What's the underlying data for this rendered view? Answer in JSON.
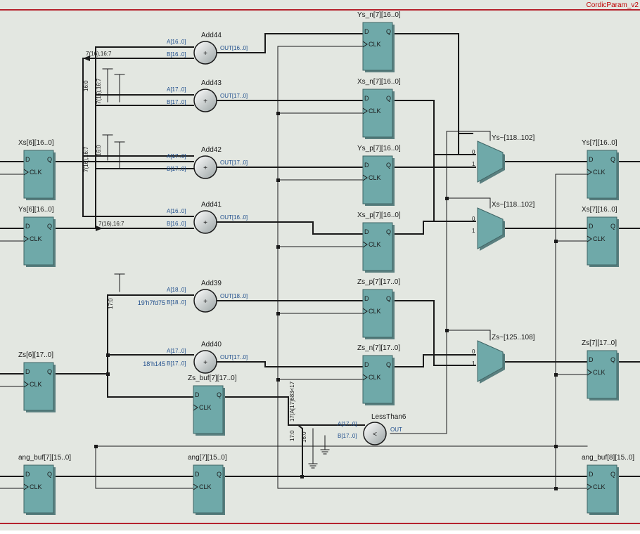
{
  "title": "CordicParam_v2",
  "registers": [
    {
      "name": "Xs[6][16..0]"
    },
    {
      "name": "Ys[6][16..0]"
    },
    {
      "name": "Zs[6][17..0]"
    },
    {
      "name": "ang_buf[7][15..0]"
    },
    {
      "name": "Ys_n[7][16..0]"
    },
    {
      "name": "Xs_n[7][16..0]"
    },
    {
      "name": "Ys_p[7][16..0]"
    },
    {
      "name": "Xs_p[7][16..0]"
    },
    {
      "name": "Zs_p[7][17..0]"
    },
    {
      "name": "Zs_n[7][17..0]"
    },
    {
      "name": "Zs_buf[7][17..0]"
    },
    {
      "name": "ang[7][15..0]"
    },
    {
      "name": "Ys[7][16..0]"
    },
    {
      "name": "Xs[7][16..0]"
    },
    {
      "name": "Zs[7][17..0]"
    },
    {
      "name": "ang_buf[8][15..0]"
    }
  ],
  "adders": [
    {
      "name": "Add44",
      "a": "A[16..0]",
      "b": "B[16..0]",
      "out": "OUT[16..0]",
      "const": ""
    },
    {
      "name": "Add43",
      "a": "A[17..0]",
      "b": "B[17..0]",
      "out": "OUT[17..0]",
      "const": ""
    },
    {
      "name": "Add42",
      "a": "A[17..0]",
      "b": "B[17..0]",
      "out": "OUT[17..0]",
      "const": ""
    },
    {
      "name": "Add41",
      "a": "A[16..0]",
      "b": "B[16..0]",
      "out": "OUT[16..0]",
      "const": ""
    },
    {
      "name": "Add39",
      "a": "A[18..0]",
      "b": "B[18..0]",
      "out": "OUT[18..0]",
      "const": "19'h7fd75"
    },
    {
      "name": "Add40",
      "a": "A[17..0]",
      "b": "B[17..0]",
      "out": "OUT[17..0]",
      "const": "18'h145"
    }
  ],
  "muxes": [
    {
      "name": "Ys~[118..102]"
    },
    {
      "name": "Xs~[118..102]"
    },
    {
      "name": "Zs~[125..108]"
    }
  ],
  "comparator": {
    "name": "LessThan6",
    "a": "A[17..0]",
    "b": "B[17..0]",
    "out": "OUT",
    "symbol": "<"
  },
  "pin_labels": {
    "d": "D",
    "q": "Q",
    "clk": "CLK",
    "sel0": "0",
    "sel1": "1",
    "plus": "+"
  },
  "bus_labels": [
    "7(16),16:7",
    "16:0",
    "7(16),16:7",
    "16:0",
    "7(16),16:7",
    "7(16),16:7",
    "17:0",
    "16:0",
    "17:0",
    "17(A[17]683<17"
  ],
  "colors": {
    "block_fill": "#6fa9a9",
    "wire": "#1a1a1a",
    "label_blue": "#1f4e8c",
    "border_red": "#b5222d",
    "background": "#e3e7e1"
  }
}
